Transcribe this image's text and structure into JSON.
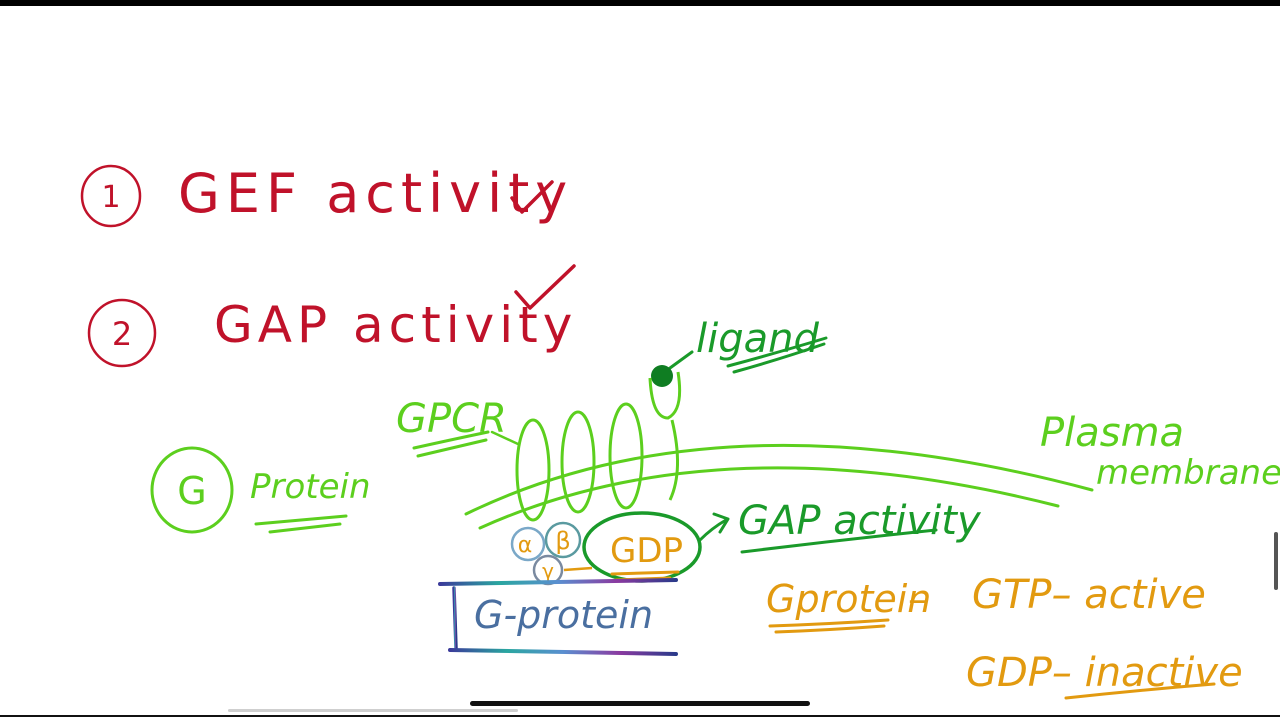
{
  "colors": {
    "red": "#c0122a",
    "lime": "#5ccf1e",
    "dark_green": "#1a9a2a",
    "orange": "#e29a10",
    "slate": "#4a6fa0"
  },
  "list": [
    {
      "number": "1",
      "text": "GEF activity",
      "check": "✓"
    },
    {
      "number": "2",
      "text": "GAP activity",
      "check": "✓"
    }
  ],
  "labels": {
    "ligand": "ligand",
    "gpcr": "GPCR",
    "plasma_membrane_line1": "Plasma",
    "plasma_membrane_line2": "membrane",
    "g_circle": "G",
    "protein": "Protein",
    "gap_activity": "GAP activity",
    "gdp_bubble": "GDP",
    "alpha": "α",
    "beta": "β",
    "gamma": "γ",
    "g_protein_box": "G-protein",
    "note_gprotein": "Gprotein",
    "note_dash": "–",
    "note_gtp": "GTP– active",
    "note_gdp": "GDP– inactive"
  }
}
